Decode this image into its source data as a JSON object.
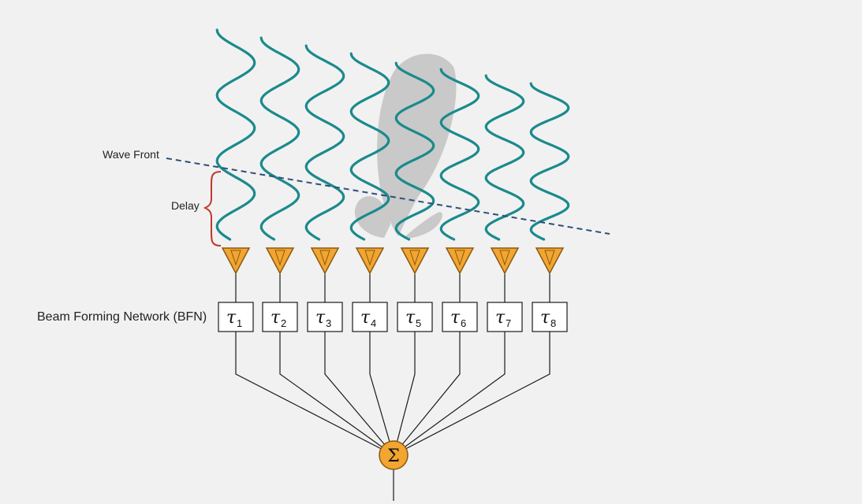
{
  "labels": {
    "wave_front": "Wave Front",
    "delay": "Delay",
    "bfn": "Beam Forming Network (BFN)",
    "sum_symbol": "Σ",
    "tau_symbol": "τ"
  },
  "elements": [
    {
      "subscript": "1"
    },
    {
      "subscript": "2"
    },
    {
      "subscript": "3"
    },
    {
      "subscript": "4"
    },
    {
      "subscript": "5"
    },
    {
      "subscript": "6"
    },
    {
      "subscript": "7"
    },
    {
      "subscript": "8"
    }
  ],
  "colors": {
    "background": "#f1f1f1",
    "wave": "#1b8a8c",
    "antenna_fill": "#f2a531",
    "antenna_stroke": "#8a5a10",
    "beam_lobe": "#c9c9c9",
    "wave_front_line": "#2f4f78",
    "delay_brace": "#c0392b",
    "summer_fill": "#f2a531",
    "line": "#1a1a1a"
  }
}
